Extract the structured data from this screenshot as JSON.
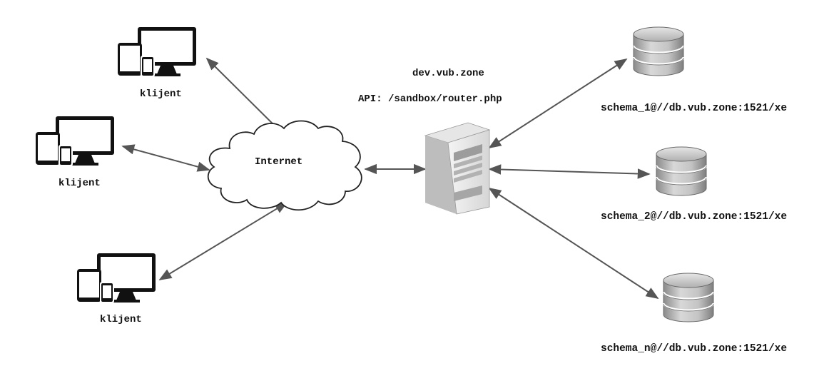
{
  "server": {
    "host": "dev.vub.zone",
    "api": "API: /sandbox/router.php"
  },
  "internet": {
    "label": "Internet"
  },
  "clients": [
    {
      "label": "klijent"
    },
    {
      "label": "klijent"
    },
    {
      "label": "klijent"
    }
  ],
  "databases": [
    {
      "label": "schema_1@//db.vub.zone:1521/xe"
    },
    {
      "label": "schema_2@//db.vub.zone:1521/xe"
    },
    {
      "label": "schema_n@//db.vub.zone:1521/xe"
    }
  ],
  "icons": {
    "client": "devices-icon",
    "internet": "cloud-icon",
    "server": "server-tower-icon",
    "database": "database-icon"
  },
  "colors": {
    "arrow": "#555555",
    "device": "#111111",
    "cloud_stroke": "#222222",
    "db_gray": "#b5b5b5"
  }
}
